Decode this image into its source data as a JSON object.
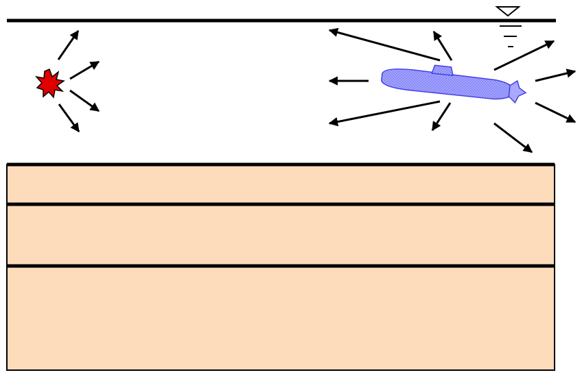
{
  "diagram": {
    "water_surface_symbol": "water-surface-triangle",
    "source": {
      "symbol": "explosion-burst",
      "fill_color": "#e10000",
      "stroke_color": "#000000"
    },
    "target": {
      "symbol": "submarine-mesh",
      "fill_color": "#a9a9ff",
      "mesh_color": "#3f3fe6"
    },
    "seabed": {
      "layers": 3,
      "fill_color": "#fddcbc",
      "line_color": "#000000"
    },
    "arrow_color": "#000000",
    "line_color": "#000000"
  }
}
